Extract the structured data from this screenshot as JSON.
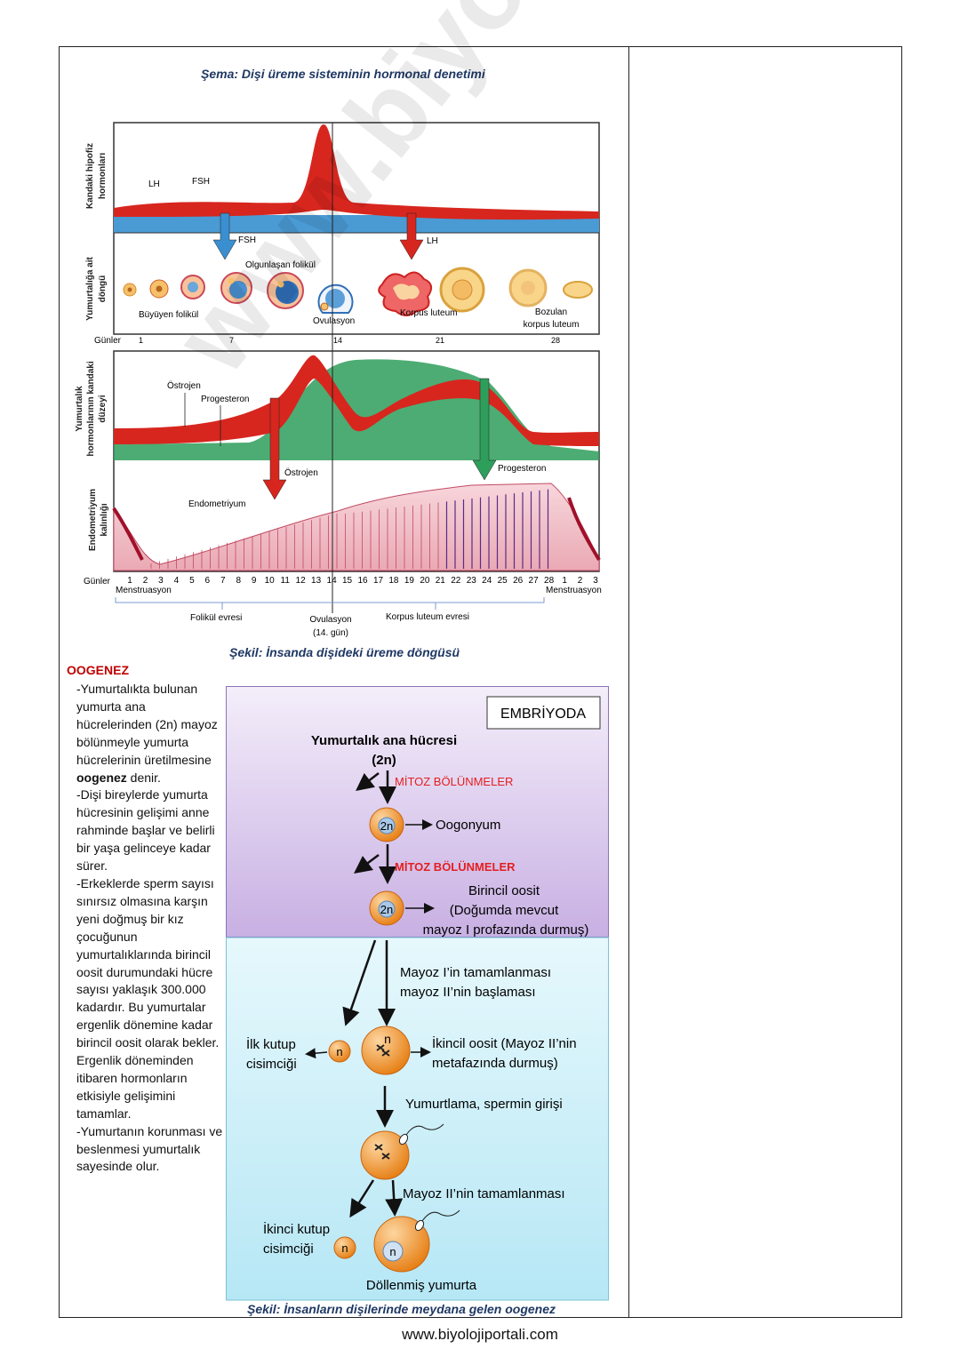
{
  "schema_title": "Şema: Dişi üreme sisteminin hormonal denetimi",
  "figure1_caption": "Şekil: İnsanda dişideki üreme döngüsü",
  "figure2_caption": "Şekil: İnsanların dişilerinde meydana gelen oogenez",
  "footer": "www.biyolojiportali.com",
  "chart": {
    "row_labels": {
      "pituitary": [
        "Kandaki hipofiz",
        "hormonları"
      ],
      "ovary": [
        "Yumurtalığa ait",
        "döngü"
      ],
      "ovarian_hormones": [
        "Yumurtalık",
        "hormonlarının kandaki",
        "düzeyi"
      ],
      "endometrium": [
        "Endometriyum",
        "kalınlığı"
      ]
    },
    "labels": {
      "lh": "LH",
      "fsh": "FSH",
      "fsh_arrow": "FSH",
      "lh_arrow": "LH",
      "maturing_follicle": "Olgunlaşan folikül",
      "growing_follicle": "Büyüyen folikül",
      "ovulation": "Ovulasyon",
      "corpus_luteum": "Korpus luteum",
      "degrading_cl_1": "Bozulan",
      "degrading_cl_2": "korpus luteum",
      "estrogen": "Östrojen",
      "progesterone": "Progesteron",
      "estrogen_arrow": "Östrojen",
      "progesterone_arrow": "Progesteron",
      "endometrium": "Endometriyum",
      "days": "Günler",
      "menstruation_1": "Menstruasyon",
      "menstruation_2": "Menstruasyon",
      "follicular_phase": "Folikül evresi",
      "ovulation_day_1": "Ovulasyon",
      "ovulation_day_2": "(14. gün)",
      "luteal_phase": "Korpus luteum evresi"
    },
    "top_days": [
      "1",
      "7",
      "14",
      "21",
      "28"
    ],
    "bottom_days": [
      "1",
      "2",
      "3",
      "4",
      "5",
      "6",
      "7",
      "8",
      "9",
      "10",
      "11",
      "12",
      "13",
      "14",
      "15",
      "16",
      "17",
      "18",
      "19",
      "20",
      "21",
      "22",
      "23",
      "24",
      "25",
      "26",
      "27",
      "28",
      "1",
      "2",
      "3"
    ],
    "colors": {
      "lh": "#d7261e",
      "fsh": "#3a8fd0",
      "estrogen": "#d7261e",
      "progesterone": "#2e9e5b",
      "endometrium": "#f2c5cc"
    }
  },
  "oogenez": {
    "title": "OOGENEZ",
    "paragraphs": [
      [
        "-Yumurtalıkta bulunan yumurta ana hücrelerinden (2n) mayoz bölünmeyle yumurta hücrelerinin üretilmesine ",
        "oogenez",
        " denir."
      ],
      [
        "-Dişi bireylerde yumurta hücresinin gelişimi anne rahminde başlar ve belirli bir yaşa gelinceye kadar sürer."
      ],
      [
        "-Erkeklerde sperm sayısı sınırsız olmasına karşın yeni doğmuş bir kız çocuğunun yumurtalıklarında birincil oosit durumundaki hücre sayısı yaklaşık 300.000 kadardır. Bu yumurtalar ergenlik dönemine kadar birincil oosit olarak bekler. Ergenlik döneminden itibaren hormonların etkisiyle gelişimini tamamlar."
      ],
      [
        "-Yumurtanın korunması ve beslenmesi yumurtalık sayesinde olur."
      ]
    ]
  },
  "diagram": {
    "embryo_box": "EMBRİYODA",
    "mother_cell": "Yumurtalık ana hücresi",
    "mother_ploidy": "(2n)",
    "mitosis_1": "MİTOZ BÖLÜNMELER",
    "cell_2n_a": "2n",
    "oogonium": "Oogonyum",
    "mitosis_2": "MİTOZ BÖLÜNMELER",
    "cell_2n_b": "2n",
    "primary_oocyte_1": "Birincil oosit",
    "primary_oocyte_2": "(Doğumda mevcut",
    "primary_oocyte_3": "mayoz I profazında durmuş)",
    "meiosis1_1": "Mayoz I’in tamamlanması",
    "meiosis1_2": "mayoz II’nin başlaması",
    "polar1_1": "İlk kutup",
    "polar1_2": "cisimciği",
    "cell_n_a": "n",
    "cell_n_b": "n",
    "secondary_1": "İkincil oosit (Mayoz II’nin",
    "secondary_2": "metafazında durmuş)",
    "ovulation_sperm": "Yumurtlama, spermin girişi",
    "meiosis2": "Mayoz II’nin tamamlanması",
    "polar2_1": "İkinci kutup",
    "polar2_2": "cisimciği",
    "cell_n_c": "n",
    "cell_n_d": "n",
    "fertilized": "Döllenmiş yumurta",
    "colors": {
      "top_bg": "#d8c4ec",
      "bottom_bg": "#c6ecf7",
      "cell": "#f08c23",
      "mitosis_text": "#e41f1f"
    }
  }
}
